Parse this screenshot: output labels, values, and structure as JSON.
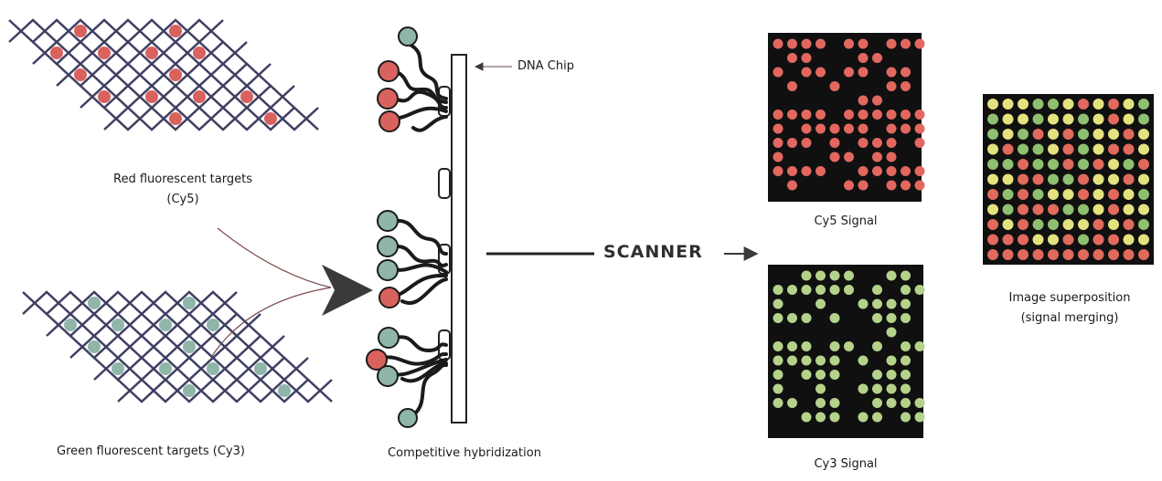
{
  "labels": {
    "red_targets_line1": "Red fluorescent targets",
    "red_targets_line2": "(Cy5)",
    "green_targets": "Green fluorescent targets (Cy3)",
    "dna_chip": "DNA Chip",
    "competitive_hybridization": "Competitive hybridization",
    "scanner": "SCANNER",
    "cy5_signal": "Cy5 Signal",
    "cy3_signal": "Cy3 Signal",
    "superposition_line1": "Image superposition",
    "superposition_line2": "(signal merging)"
  },
  "colors": {
    "red_dye": "#d9625f",
    "green_dye": "#8fb6a8",
    "dna_strand": "#3f3f63",
    "panel_background": "#101010",
    "cy5_spot": "#e2685f",
    "cy3_spot": "#b5d28a",
    "merge_yellow": "#e3e27e",
    "merge_red": "#e06a5c",
    "merge_green": "#8fbf70"
  },
  "grids": {
    "cy5": [
      "RRRR.RR.RRR",
      ".RR...RR...",
      "R.RR.RR.RR.",
      ".R..R...RR.",
      "......RR...",
      "RRRR.RRRRRR",
      "R.RRRRR.RRR",
      "RRR.R.RRR.R",
      "R...RR.RR..",
      "RRRR..RRRRR",
      ".R...RR.RRR"
    ],
    "cy3": [
      "..GGGG..GG.",
      "GGGGGG.G.GG",
      "G..G..GGGG.",
      "GGG.G..GGG.",
      "........G..",
      "GGG.GG.G.GG",
      "GGGGG.G.GG.",
      "G.GGG..GGG.",
      "G..G..GGGG.",
      "GG.GG..GGGG",
      "..GGG.GG.GG"
    ],
    "merge": [
      "YYYGGYRYRYG",
      "GYYGYYGYRYG",
      "GYGRYRGYYRY",
      "YRGGYRGYRRY",
      "GGRGGRGRYGR",
      "YYRRGGRYYRY",
      "RGRGYYRYRYG",
      "YGRRRGGYRYY",
      "RYRGGYYRYRG",
      "RRRYYRGRRYY",
      "RRRRRRRRRRR"
    ]
  }
}
